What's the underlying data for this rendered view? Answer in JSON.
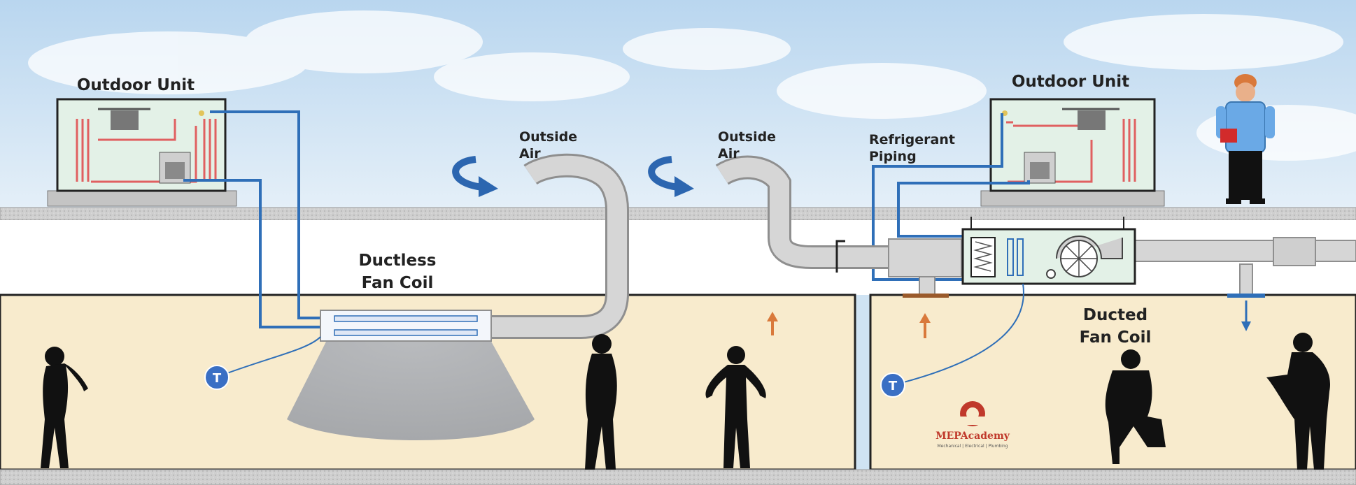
{
  "labels": {
    "outdoor_unit_left": "Outdoor Unit",
    "outdoor_unit_right": "Outdoor Unit",
    "outside_air_1_line1": "Outside",
    "outside_air_1_line2": "Air",
    "outside_air_2_line1": "Outside",
    "outside_air_2_line2": "Air",
    "refrigerant_line1": "Refrigerant",
    "refrigerant_line2": "Piping",
    "ductless_line1": "Ductless",
    "ductless_line2": "Fan Coil",
    "ducted_line1": "Ducted",
    "ducted_line2": "Fan Coil",
    "thermostat_left": "T",
    "thermostat_right": "T"
  },
  "logo": {
    "name": "MEPAcademy",
    "tagline": "Mechanical | Electrical | Plumbing"
  },
  "colors": {
    "sky": "#cfe3f3",
    "room": "#f8ebcd",
    "ceiling": "#ffffff",
    "slab": "#c9c9c9",
    "refrigerant_pipe": "#2f6fb8",
    "duct": "#d0d0d0",
    "airflow_arrow": "#2c66b0",
    "supply_arrow": "#d9793b",
    "thermostat": "#3a6fc4",
    "person": "#111111"
  },
  "icons": [
    "curved-arrow-icon",
    "fan-icon",
    "coil-icon",
    "compressor-icon",
    "thermostat-icon",
    "person-icon",
    "gear-logo-icon"
  ]
}
